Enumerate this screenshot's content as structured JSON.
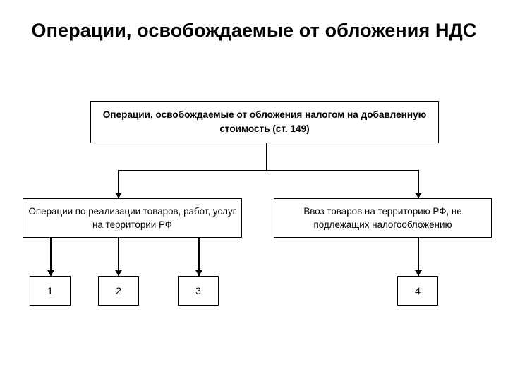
{
  "slide": {
    "title": "Операции, освобождаемые от обложения НДС",
    "background_color": "#ffffff",
    "line_color": "#000000",
    "text_color": "#000000"
  },
  "diagram": {
    "type": "hierarchy-flowchart",
    "root": {
      "id": "root",
      "label": "Операции, освобождаемые от обложения налогом на добавленную стоимость (ст. 149)"
    },
    "branches": [
      {
        "id": "left",
        "label": "Операции по реализации товаров, работ, услуг на территории РФ",
        "children": [
          {
            "id": "leaf-1",
            "label": "1"
          },
          {
            "id": "leaf-2",
            "label": "2"
          },
          {
            "id": "leaf-3",
            "label": "3"
          }
        ]
      },
      {
        "id": "right",
        "label": "Ввоз товаров на территорию РФ, не подлежащих налогообложению",
        "children": [
          {
            "id": "leaf-4",
            "label": "4"
          }
        ]
      }
    ]
  }
}
